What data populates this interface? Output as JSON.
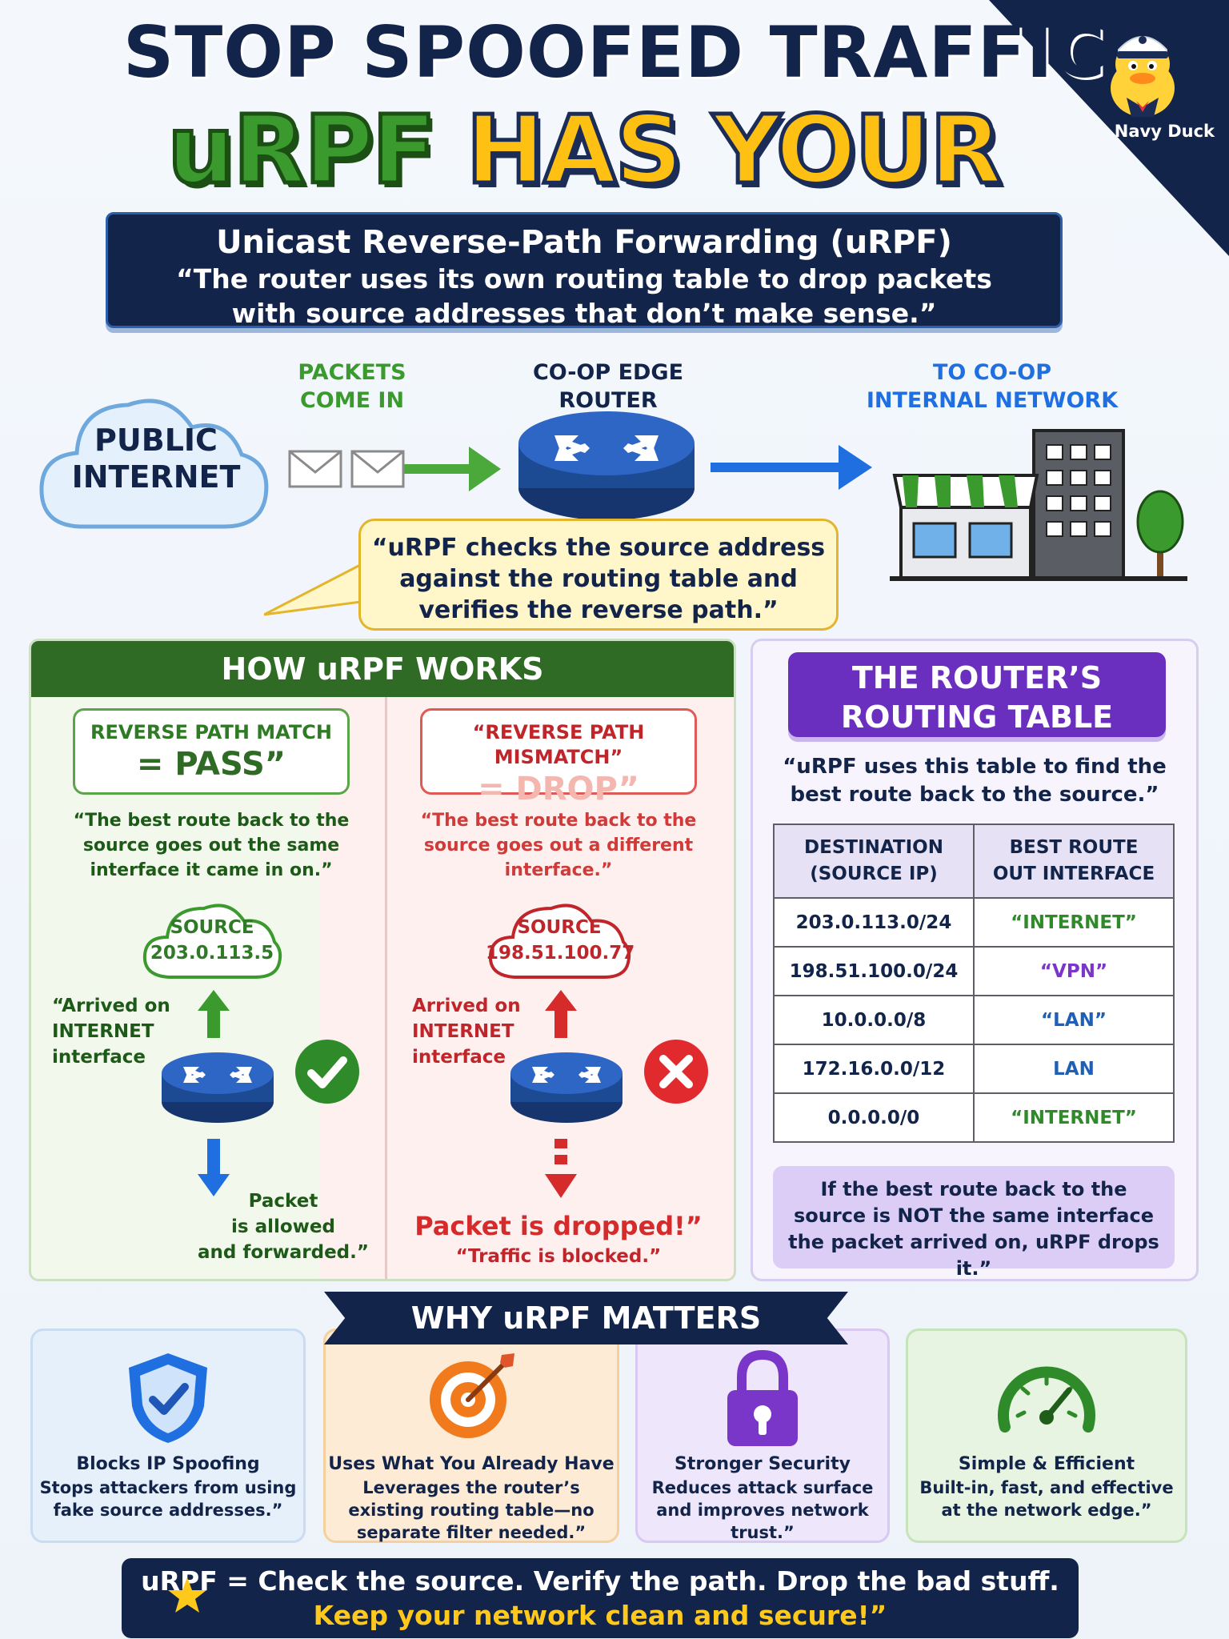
{
  "header": {
    "title_line1": "STOP SPOOFED TRAFFIC",
    "title_green": "uRPF",
    "title_yellow": "HAS YOUR BACK!",
    "brand": "Navy Duck"
  },
  "definition": {
    "title": "Unicast Reverse-Path Forwarding (uRPF)",
    "quote_line1": "“The router uses its own routing table to drop packets",
    "quote_line2": "with source addresses that don’t make sense.”"
  },
  "flow": {
    "internet_line1": "PUBLIC",
    "internet_line2": "INTERNET",
    "packets_line1": "PACKETS",
    "packets_line2": "COME IN",
    "router_label": "CO-OP EDGE ROUTER",
    "internal_line1": "TO CO-OP",
    "internal_line2": "INTERNAL NETWORK",
    "bubble_line1": "“uRPF checks the source address",
    "bubble_line2": "against the routing table and",
    "bubble_line3": "verifies the reverse path.”"
  },
  "how": {
    "title": "HOW uRPF WORKS",
    "pass": {
      "heading": "REVERSE PATH MATCH",
      "result": "= PASS”",
      "desc_line1": "“The best route back to the",
      "desc_line2": "source goes out the same",
      "desc_line3": "interface it came in on.”",
      "source_label": "SOURCE",
      "source_ip": "203.0.113.5",
      "arrived_line1": "“Arrived on",
      "arrived_line2": "INTERNET",
      "arrived_line3": "interface",
      "outcome_line1": "Packet",
      "outcome_line2": "is allowed",
      "outcome_line3": "and forwarded.”"
    },
    "drop": {
      "heading": "“REVERSE PATH MISMATCH”",
      "result": "= DROP”",
      "desc_line1": "“The best route back to the",
      "desc_line2": "source goes out a different",
      "desc_line3": "interface.”",
      "source_label": "SOURCE",
      "source_ip": "198.51.100.77",
      "arrived_line1": "Arrived on",
      "arrived_line2": "INTERNET",
      "arrived_line3": "interface",
      "outcome_main": "Packet is dropped!”",
      "outcome_sub": "“Traffic is blocked.”"
    }
  },
  "routing_table": {
    "title_line1": "THE ROUTER’S",
    "title_line2": "ROUTING TABLE",
    "quote_line1": "“uRPF uses this table to find the",
    "quote_line2": "best route back to the source.”",
    "col1_line1": "DESTINATION",
    "col1_line2": "(SOURCE IP)",
    "col2_line1": "BEST ROUTE",
    "col2_line2": "OUT INTERFACE",
    "rows": [
      {
        "dest": "203.0.113.0/24",
        "iface": "“INTERNET”",
        "color": "#2f8a2a"
      },
      {
        "dest": "198.51.100.0/24",
        "iface": "“VPN”",
        "color": "#7a35c9"
      },
      {
        "dest": "10.0.0.0/8",
        "iface": "“LAN”",
        "color": "#1f5fb5"
      },
      {
        "dest": "172.16.0.0/12",
        "iface": "LAN",
        "color": "#1f5fb5"
      },
      {
        "dest": "0.0.0.0/0",
        "iface": "“INTERNET”",
        "color": "#2f8a2a"
      }
    ],
    "note_line1": "If the best route back to the",
    "note_line2": "source is NOT the same interface",
    "note_line3": "the packet arrived on, uRPF drops it.”"
  },
  "why": {
    "title": "WHY uRPF MATTERS",
    "cards": [
      {
        "title": "Blocks IP Spoofing",
        "line1": "Stops attackers from using",
        "line2": "fake source addresses.”",
        "line3": ""
      },
      {
        "title": "Uses What You Already Have",
        "line1": "Leverages the router’s",
        "line2": "existing routing table—no",
        "line3": "separate filter needed.”"
      },
      {
        "title": "Stronger Security",
        "line1": "Reduces attack surface",
        "line2": "and improves network",
        "line3": "trust.”"
      },
      {
        "title": "Simple & Efficient",
        "line1": "Built-in, fast, and effective",
        "line2": "at the network edge.”",
        "line3": ""
      }
    ]
  },
  "footer": {
    "line1": "uRPF = Check the source. Verify the path. Drop the bad stuff.",
    "line2": "Keep your network clean and secure!”"
  },
  "colors": {
    "navy": "#13244a",
    "green": "#2f6b25",
    "red": "#d62b2b",
    "purple": "#6a2fbf",
    "yellow": "#ffc014",
    "blue": "#1f6fe0"
  }
}
